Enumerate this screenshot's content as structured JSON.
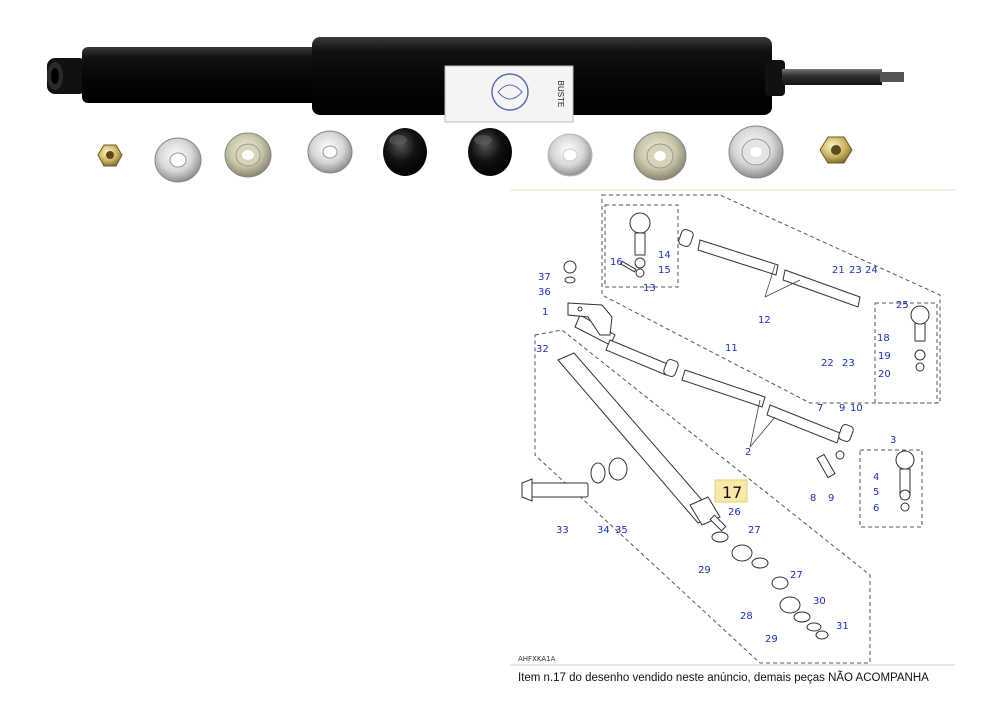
{
  "figure": {
    "label_text": "BUSTE",
    "diagram_code": "AHFXKA1A",
    "highlight_number": "17",
    "caption": "Item n.17 do desenho vendido neste anúncio, demais peças NÃO ACOMPANHA",
    "callouts": {
      "c1": "1",
      "c2": "2",
      "c3": "3",
      "c4": "4",
      "c5": "5",
      "c6": "6",
      "c7": "7",
      "c8": "8",
      "c9a": "9",
      "c9b": "9",
      "c10": "10",
      "c11": "11",
      "c12": "12",
      "c13": "13",
      "c14": "14",
      "c15": "15",
      "c16": "16",
      "c18": "18",
      "c19": "19",
      "c20": "20",
      "c21": "21",
      "c22": "22",
      "c23a": "23",
      "c23b": "23",
      "c24": "24",
      "c25": "25",
      "c26": "26",
      "c27a": "27",
      "c27b": "27",
      "c28": "28",
      "c29a": "29",
      "c29b": "29",
      "c30": "30",
      "c31": "31",
      "c32": "32",
      "c33": "33",
      "c34": "34",
      "c35": "35",
      "c36": "36",
      "c37": "37"
    }
  }
}
